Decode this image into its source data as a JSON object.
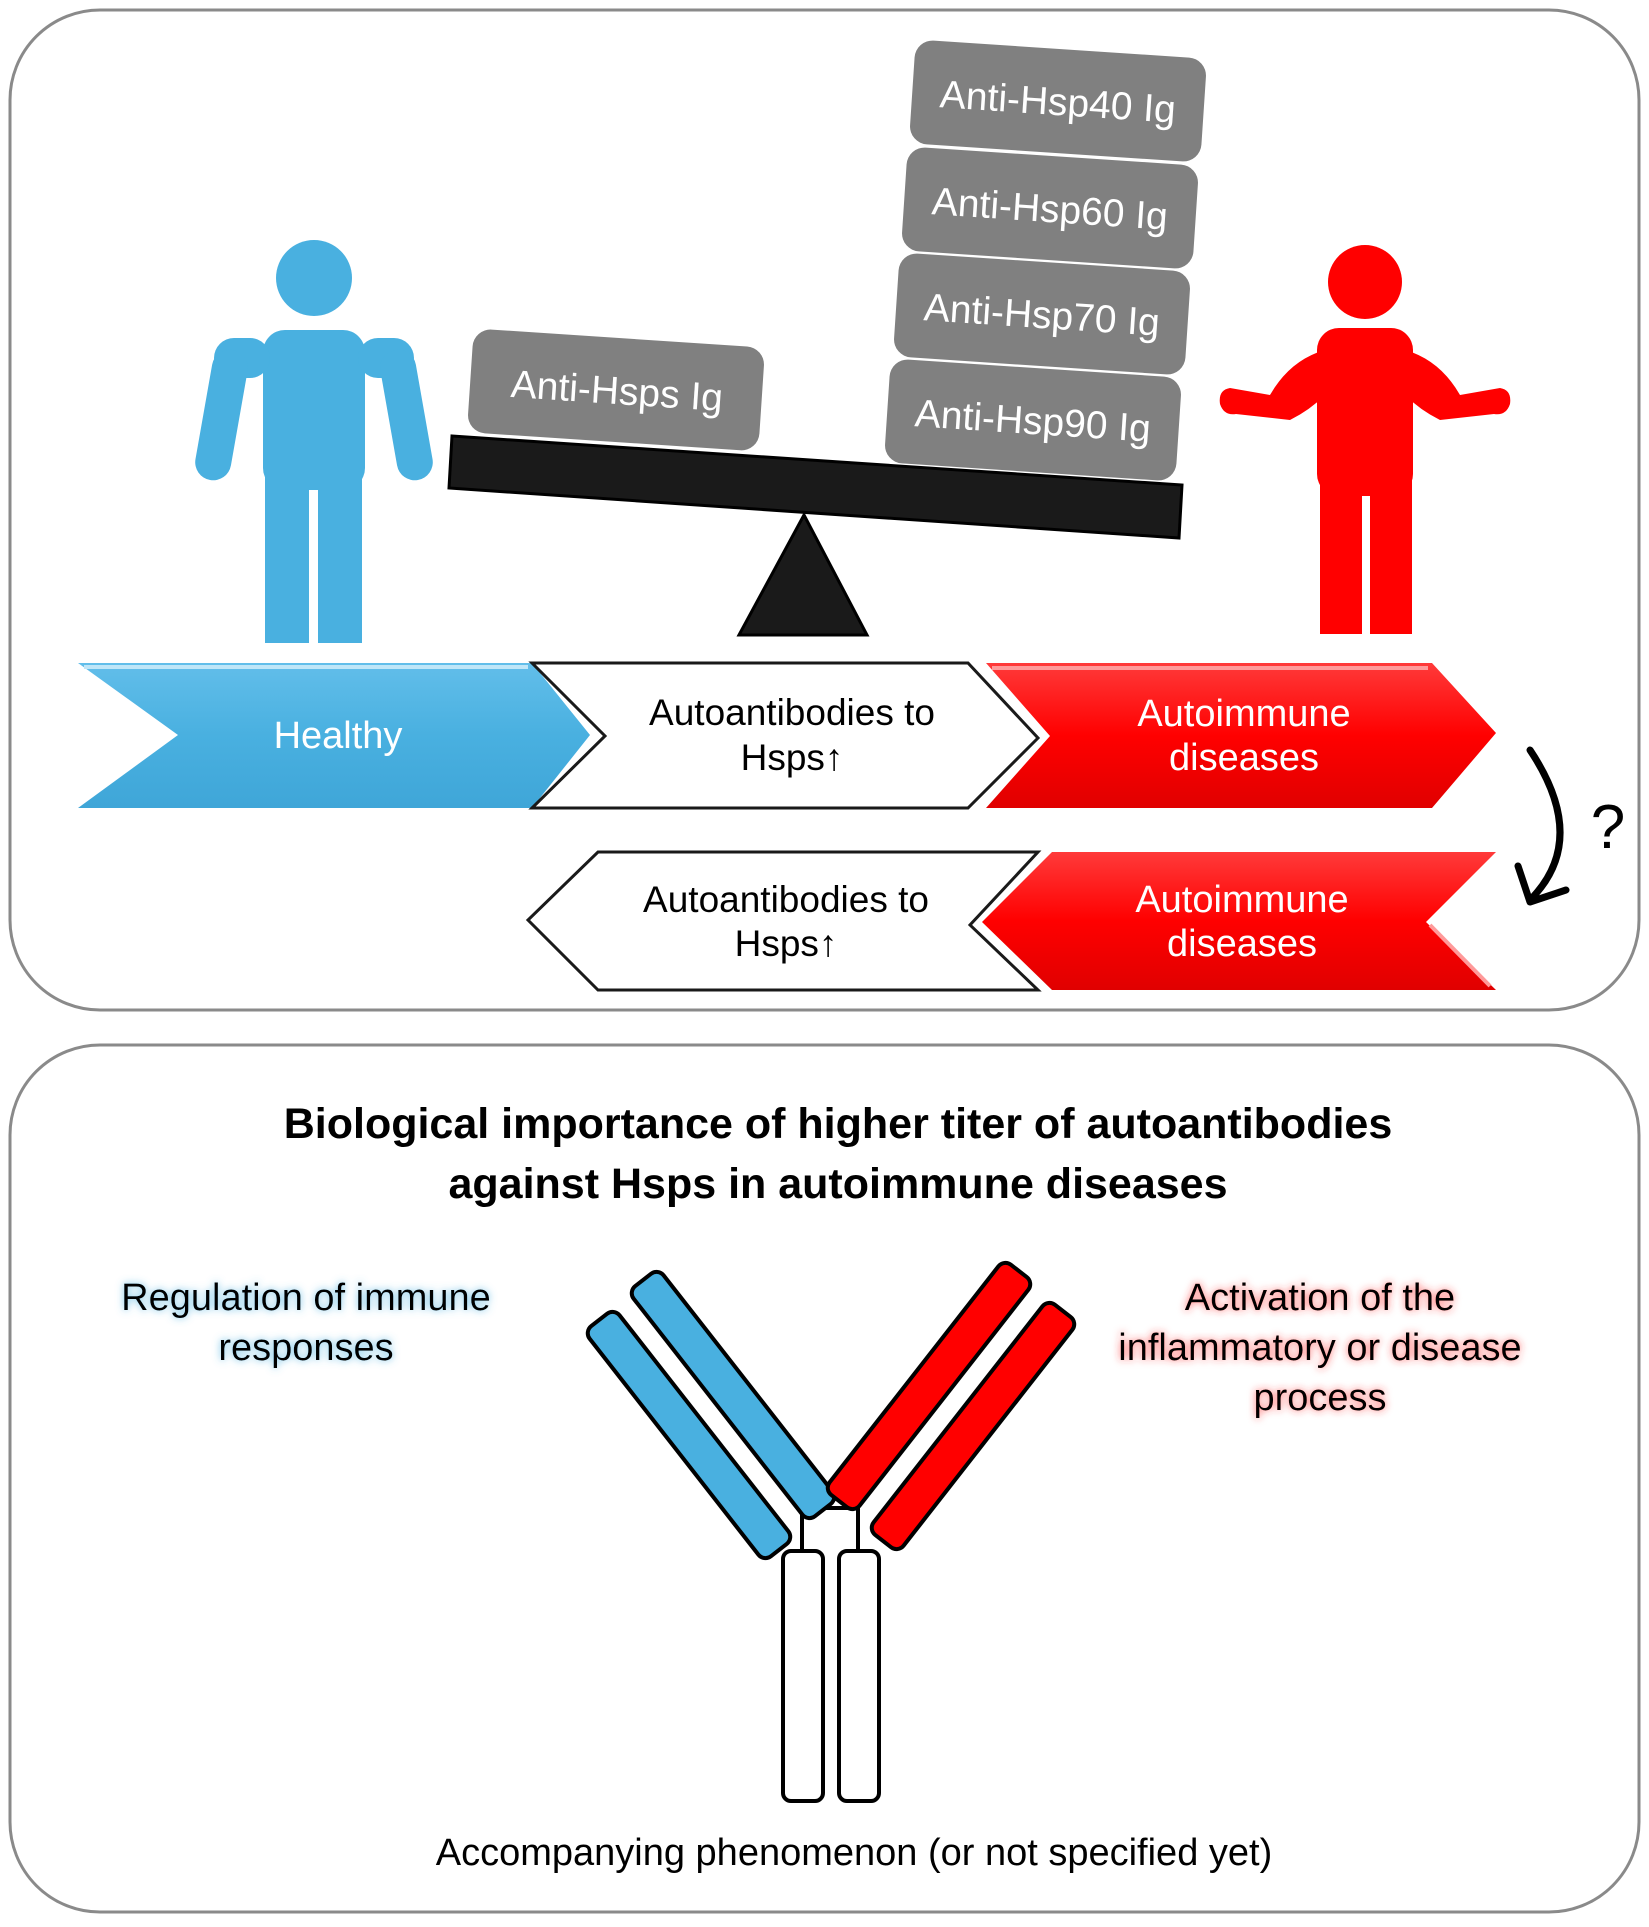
{
  "colors": {
    "healthy_blue": "#49B0E0",
    "disease_red": "#FF0000",
    "block_gray": "#808080",
    "beam_black": "#1A1A1A",
    "panel_border": "#8A8A8A"
  },
  "top_panel": {
    "blocks_left": [
      "Anti-Hsps Ig"
    ],
    "blocks_right": [
      "Anti-Hsp40 Ig",
      "Anti-Hsp60 Ig",
      "Anti-Hsp70 Ig",
      "Anti-Hsp90 Ig"
    ],
    "arrows_row1": {
      "healthy": "Healthy",
      "middle_line1": "Autoantibodies to",
      "middle_line2": "Hsps↑",
      "disease_line1": "Autoimmune",
      "disease_line2": "diseases"
    },
    "arrows_row2": {
      "middle_line1": "Autoantibodies to",
      "middle_line2": "Hsps↑",
      "disease_line1": "Autoimmune",
      "disease_line2": "diseases"
    },
    "question_mark": "?"
  },
  "bottom_panel": {
    "title_line1": "Biological importance of higher titer of autoantibodies",
    "title_line2": "against Hsps in autoimmune diseases",
    "left_label_line1": "Regulation of immune",
    "left_label_line2": "responses",
    "right_label_line1": "Activation of the",
    "right_label_line2": "inflammatory or disease",
    "right_label_line3": "process",
    "bottom_label": "Accompanying phenomenon (or not specified yet)"
  }
}
